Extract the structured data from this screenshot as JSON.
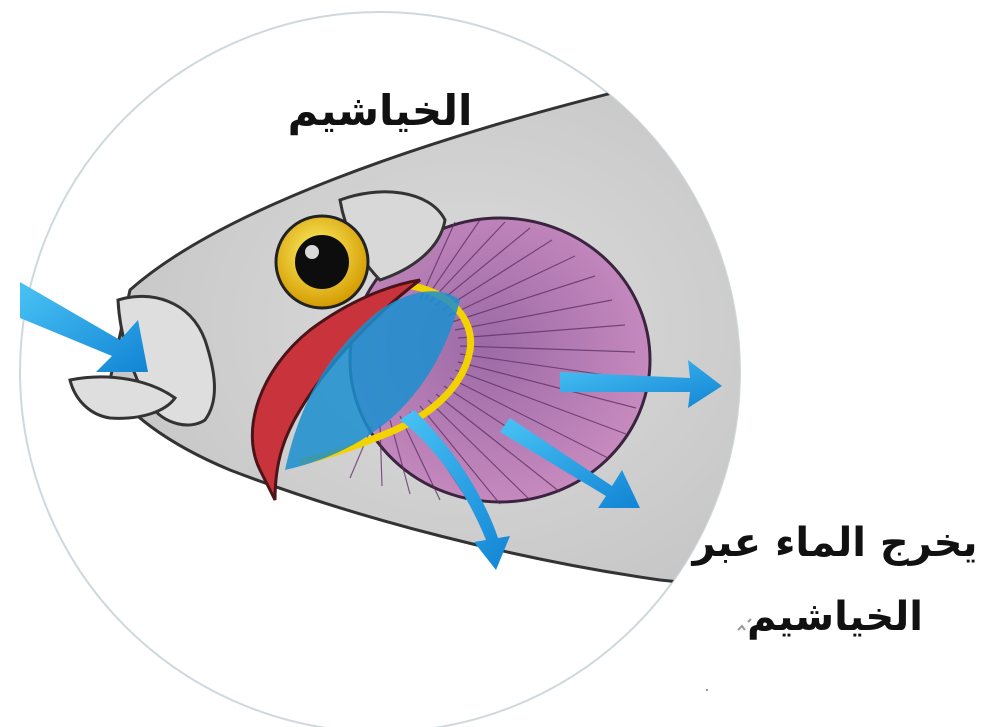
{
  "labels": {
    "gills_title": "الخياشيم",
    "water_exit_line1": "يخرج الماء عبر",
    "water_exit_line2": "الخياشيم"
  },
  "colors": {
    "fish_skin": "#cfcfcf",
    "gill_pink": "#b97bb2",
    "gill_cover_red": "#c9333b",
    "arrow_blue": "#1fa6ea",
    "eye_yellow": "#e8b400",
    "gill_edge_yellow": "#f2d200"
  }
}
